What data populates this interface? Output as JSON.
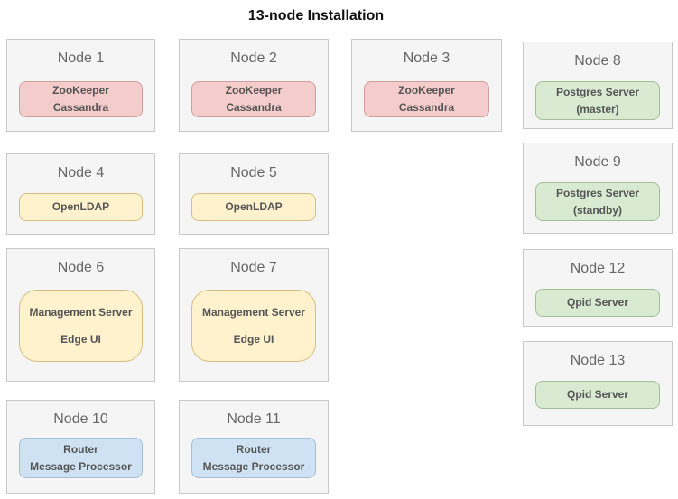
{
  "page": {
    "title": "13-node Installation"
  },
  "colors": {
    "node_background": "#f5f5f5",
    "node_border": "#c9c9c9",
    "zookeeper_cassandra_fill": "#f4cccc",
    "zookeeper_cassandra_border": "#cf9e9e",
    "openldap_management_fill": "#fff2cc",
    "openldap_management_border": "#d6bd7f",
    "postgres_qpid_fill": "#d9ead3",
    "postgres_qpid_border": "#a4bd96",
    "router_mp_fill": "#cfe2f3",
    "router_mp_border": "#a3bfd9"
  },
  "nodes": [
    {
      "title": "Node 1",
      "components": [
        "ZooKeeper",
        "Cassandra"
      ]
    },
    {
      "title": "Node 2",
      "components": [
        "ZooKeeper",
        "Cassandra"
      ]
    },
    {
      "title": "Node 3",
      "components": [
        "ZooKeeper",
        "Cassandra"
      ]
    },
    {
      "title": "Node 4",
      "components": [
        "OpenLDAP"
      ]
    },
    {
      "title": "Node 5",
      "components": [
        "OpenLDAP"
      ]
    },
    {
      "title": "Node 6",
      "components": [
        "Management Server",
        "Edge UI"
      ]
    },
    {
      "title": "Node 7",
      "components": [
        "Management Server",
        "Edge UI"
      ]
    },
    {
      "title": "Node 8",
      "components": [
        "Postgres Server",
        "(master)"
      ]
    },
    {
      "title": "Node 9",
      "components": [
        "Postgres Server",
        "(standby)"
      ]
    },
    {
      "title": "Node 10",
      "components": [
        "Router",
        "Message Processor"
      ]
    },
    {
      "title": "Node 11",
      "components": [
        "Router",
        "Message Processor"
      ]
    },
    {
      "title": "Node 12",
      "components": [
        "Qpid Server"
      ]
    },
    {
      "title": "Node 13",
      "components": [
        "Qpid Server"
      ]
    }
  ]
}
